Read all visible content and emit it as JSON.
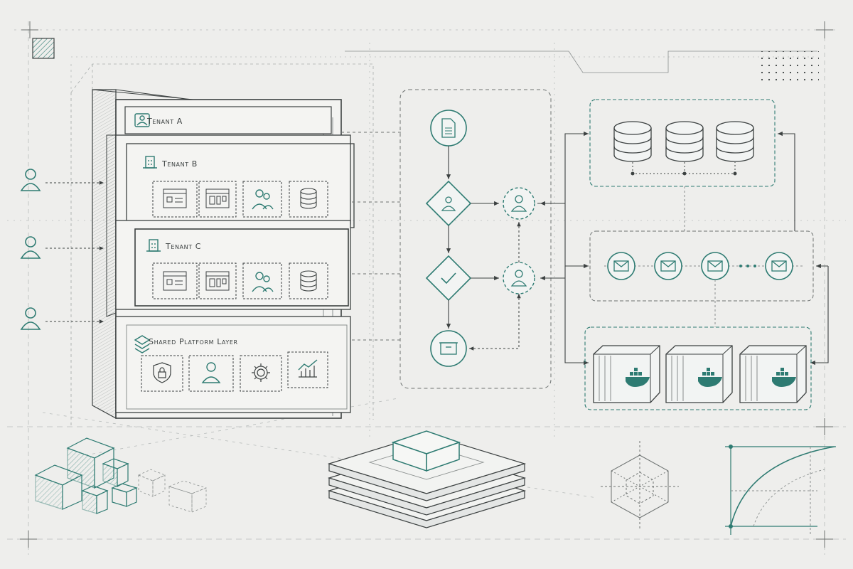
{
  "tenants": {
    "a_label": "Tenant A",
    "b_label": "Tenant B",
    "c_label": "Tenant C"
  },
  "shared_layer": {
    "label": "Shared Platform Layer"
  },
  "colors": {
    "ink": "#3c4141",
    "teal": "#2e7b72",
    "teal_light": "#d7e7e4",
    "paper": "#eeeeec",
    "faint": "#b8bcbb"
  },
  "icons": {
    "tenant_a": "tenant-group-icon",
    "tenant_b": "office-building-icon",
    "tenant_c": "office-building-icon",
    "tenant_modules": [
      "browser-window-icon",
      "dashboard-window-icon",
      "users-icon",
      "database-icon"
    ],
    "shared_modules": [
      "security-shield-icon",
      "user-icon",
      "settings-gear-icon",
      "analytics-chart-icon"
    ],
    "workflow": [
      "document-icon",
      "approval-decision-icon",
      "validation-decision-icon",
      "archive-box-icon"
    ],
    "message_queue": [
      "mail-icon",
      "mail-icon",
      "mail-icon",
      "mail-icon"
    ],
    "containers": [
      "docker-container-icon",
      "docker-container-icon",
      "docker-container-icon"
    ]
  }
}
